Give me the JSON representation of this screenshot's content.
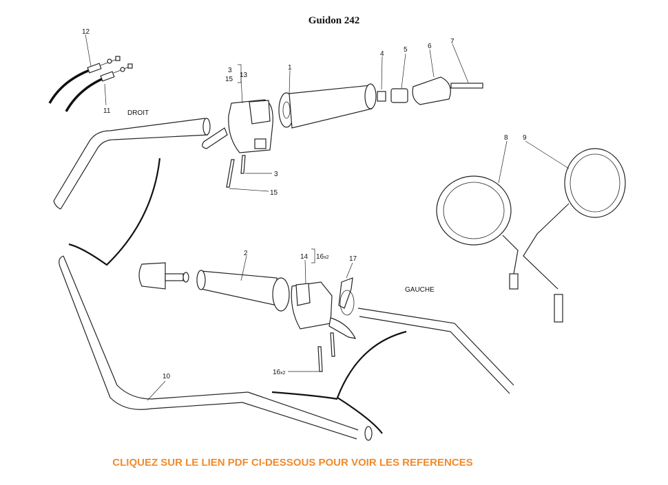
{
  "title": "Guidon 242",
  "side_labels": {
    "right": "DROIT",
    "left": "GAUCHE"
  },
  "part_labels": {
    "p1": "1",
    "p2": "2",
    "p3": "3",
    "p3b": "3",
    "p4": "4",
    "p5": "5",
    "p6": "6",
    "p7": "7",
    "p8": "8",
    "p9": "9",
    "p10": "10",
    "p11": "11",
    "p12": "12",
    "p13": "13",
    "p14": "14",
    "p15": "15",
    "p15b": "15",
    "p16": "16",
    "p16b": "16",
    "p16_qty": "x2",
    "p16b_qty": "x2",
    "p17": "17"
  },
  "footer": {
    "link_text": "CLIQUEZ SUR LE LIEN PDF CI-DESSOUS POUR VOIR LES REFERENCES"
  },
  "colors": {
    "link": "#f08a2c",
    "line": "#222222"
  }
}
